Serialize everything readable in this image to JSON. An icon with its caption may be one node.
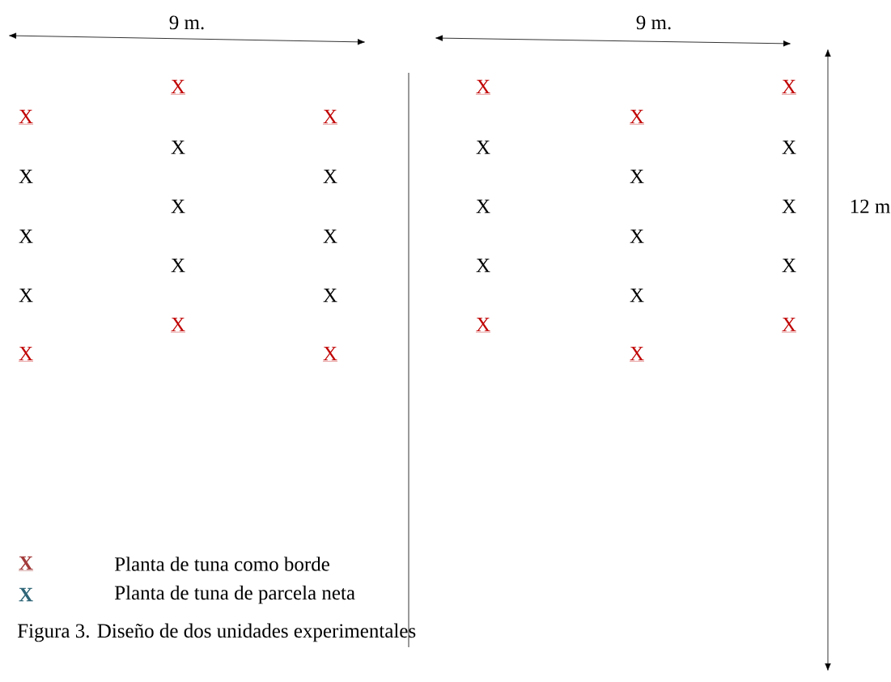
{
  "diagram": {
    "caption": "Figura 3. Diseño de dos unidades experimentales",
    "labels": [
      "9 m.",
      "9 m.",
      "X",
      "X",
      "X",
      "X",
      "X",
      "X",
      "X",
      "X",
      "X",
      "X",
      "X",
      "X",
      "X",
      "X",
      "X",
      "12 m",
      "X",
      "X",
      "X",
      "X",
      "X",
      "X",
      "X",
      "X",
      "X",
      "X",
      "X",
      "X",
      "X",
      "X",
      "X",
      "X",
      "X"
    ],
    "legend": [
      {
        "text": "Planta de tuna como borde",
        "color": "#a33a3a"
      },
      {
        "text": "Planta de tuna de parcela neta",
        "color": "#2e6577"
      }
    ]
  }
}
